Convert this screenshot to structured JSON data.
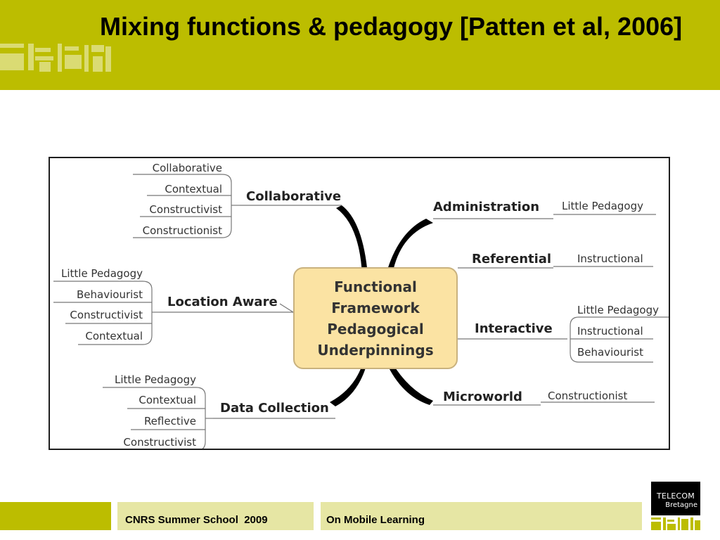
{
  "slide": {
    "title": "Mixing functions & pedagogy [Patten et al, 2006]"
  },
  "diagram": {
    "center": [
      "Functional",
      "Framework",
      "Pedagogical",
      "Underpinnings"
    ],
    "branches": {
      "collaborative": {
        "label": "Collaborative",
        "leaves": [
          "Collaborative",
          "Contextual",
          "Constructivist",
          "Constructionist"
        ]
      },
      "location_aware": {
        "label": "Location Aware",
        "leaves": [
          "Little Pedagogy",
          "Behaviourist",
          "Constructivist",
          "Contextual"
        ]
      },
      "data_collection": {
        "label": "Data Collection",
        "leaves": [
          "Little Pedagogy",
          "Contextual",
          "Reflective",
          "Constructivist"
        ]
      },
      "administration": {
        "label": "Administration",
        "leaves": [
          "Little Pedagogy"
        ]
      },
      "referential": {
        "label": "Referential",
        "leaves": [
          "Instructional"
        ]
      },
      "interactive": {
        "label": "Interactive",
        "leaves": [
          "Little Pedagogy",
          "Instructional",
          "Behaviourist"
        ]
      },
      "microworld": {
        "label": "Microworld",
        "leaves": [
          "Constructionist"
        ]
      }
    }
  },
  "footer": {
    "left": "CNRS Summer School  2009",
    "right": "On Mobile Learning"
  },
  "brand": {
    "line1": "TELECOM",
    "line2": "Bretagne"
  },
  "colors": {
    "accent": "#bcbd00",
    "accent_light": "#e6e6a4",
    "center_fill": "#fbe3a3"
  },
  "icons": {
    "header_logo": "school-logo-icon",
    "brand_mark": "school-logo-icon"
  }
}
